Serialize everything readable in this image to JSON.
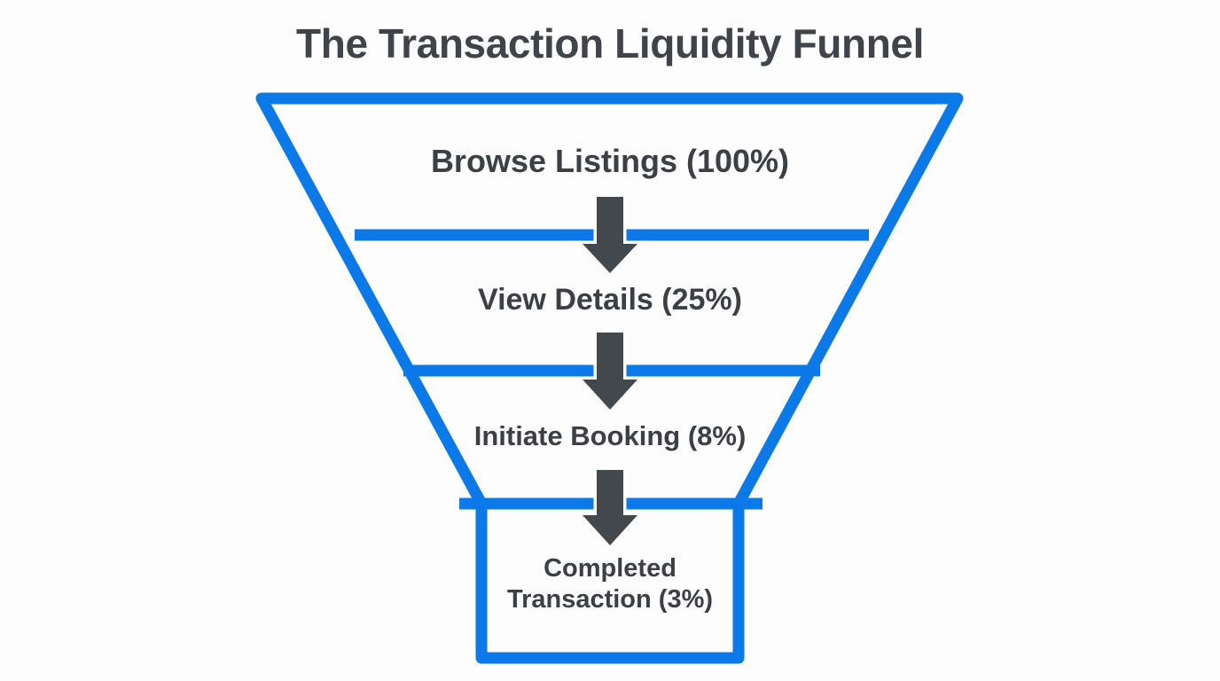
{
  "title": "The Transaction Liquidity Funnel",
  "colors": {
    "funnel_stroke": "#0b7ae8",
    "text": "#3b4046",
    "title_text": "#3f444a",
    "arrow_fill": "#43484c",
    "arrow_outline": "#ffffff",
    "background": "#fdfdfd"
  },
  "chart_data": {
    "type": "funnel",
    "title": "The Transaction Liquidity Funnel",
    "xlabel": "",
    "ylabel": "",
    "categories": [
      "Browse Listings",
      "View Details",
      "Initiate Booking",
      "Completed Transaction"
    ],
    "values": [
      100,
      25,
      8,
      3
    ],
    "value_unit": "%",
    "labels": [
      "Browse Listings (100%)",
      "View Details (25%)",
      "Initiate Booking (8%)",
      "Completed Transaction (3%)"
    ],
    "legend": [],
    "grid": false,
    "annotations": [
      "arrow-down",
      "arrow-down",
      "arrow-down"
    ]
  },
  "stages": [
    {
      "label": "Browse Listings (100%)",
      "name": "Browse Listings",
      "value": 100
    },
    {
      "label": "View Details (25%)",
      "name": "View Details",
      "value": 25
    },
    {
      "label": "Initiate Booking (8%)",
      "name": "Initiate Booking",
      "value": 8
    },
    {
      "label": "Completed Transaction (3%)",
      "name": "Completed Transaction",
      "value": 3
    }
  ],
  "icons": {
    "flow_arrow": "arrow-down-icon"
  }
}
